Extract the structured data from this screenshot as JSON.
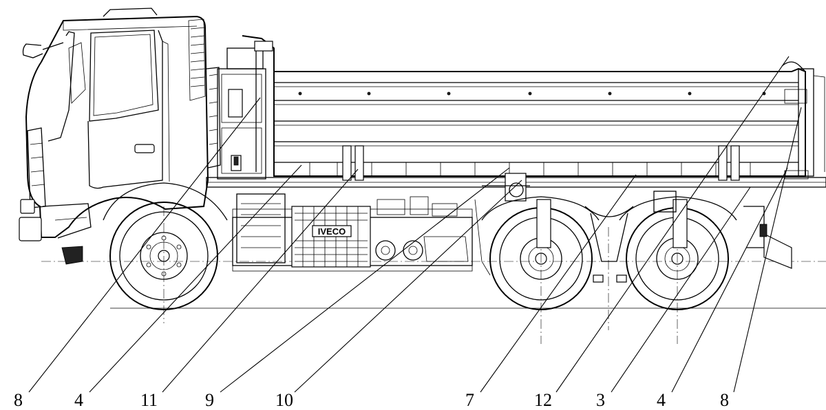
{
  "diagram": {
    "brand_badge": "IVECO",
    "callouts": [
      {
        "id": "c1",
        "label": "8"
      },
      {
        "id": "c2",
        "label": "4"
      },
      {
        "id": "c3",
        "label": "11"
      },
      {
        "id": "c4",
        "label": "9"
      },
      {
        "id": "c5",
        "label": "10"
      },
      {
        "id": "c6",
        "label": "7"
      },
      {
        "id": "c7",
        "label": "12"
      },
      {
        "id": "c8",
        "label": "3"
      },
      {
        "id": "c9",
        "label": "4"
      },
      {
        "id": "c10",
        "label": "8"
      }
    ]
  },
  "colors": {
    "line": "#000000",
    "background": "#ffffff"
  }
}
